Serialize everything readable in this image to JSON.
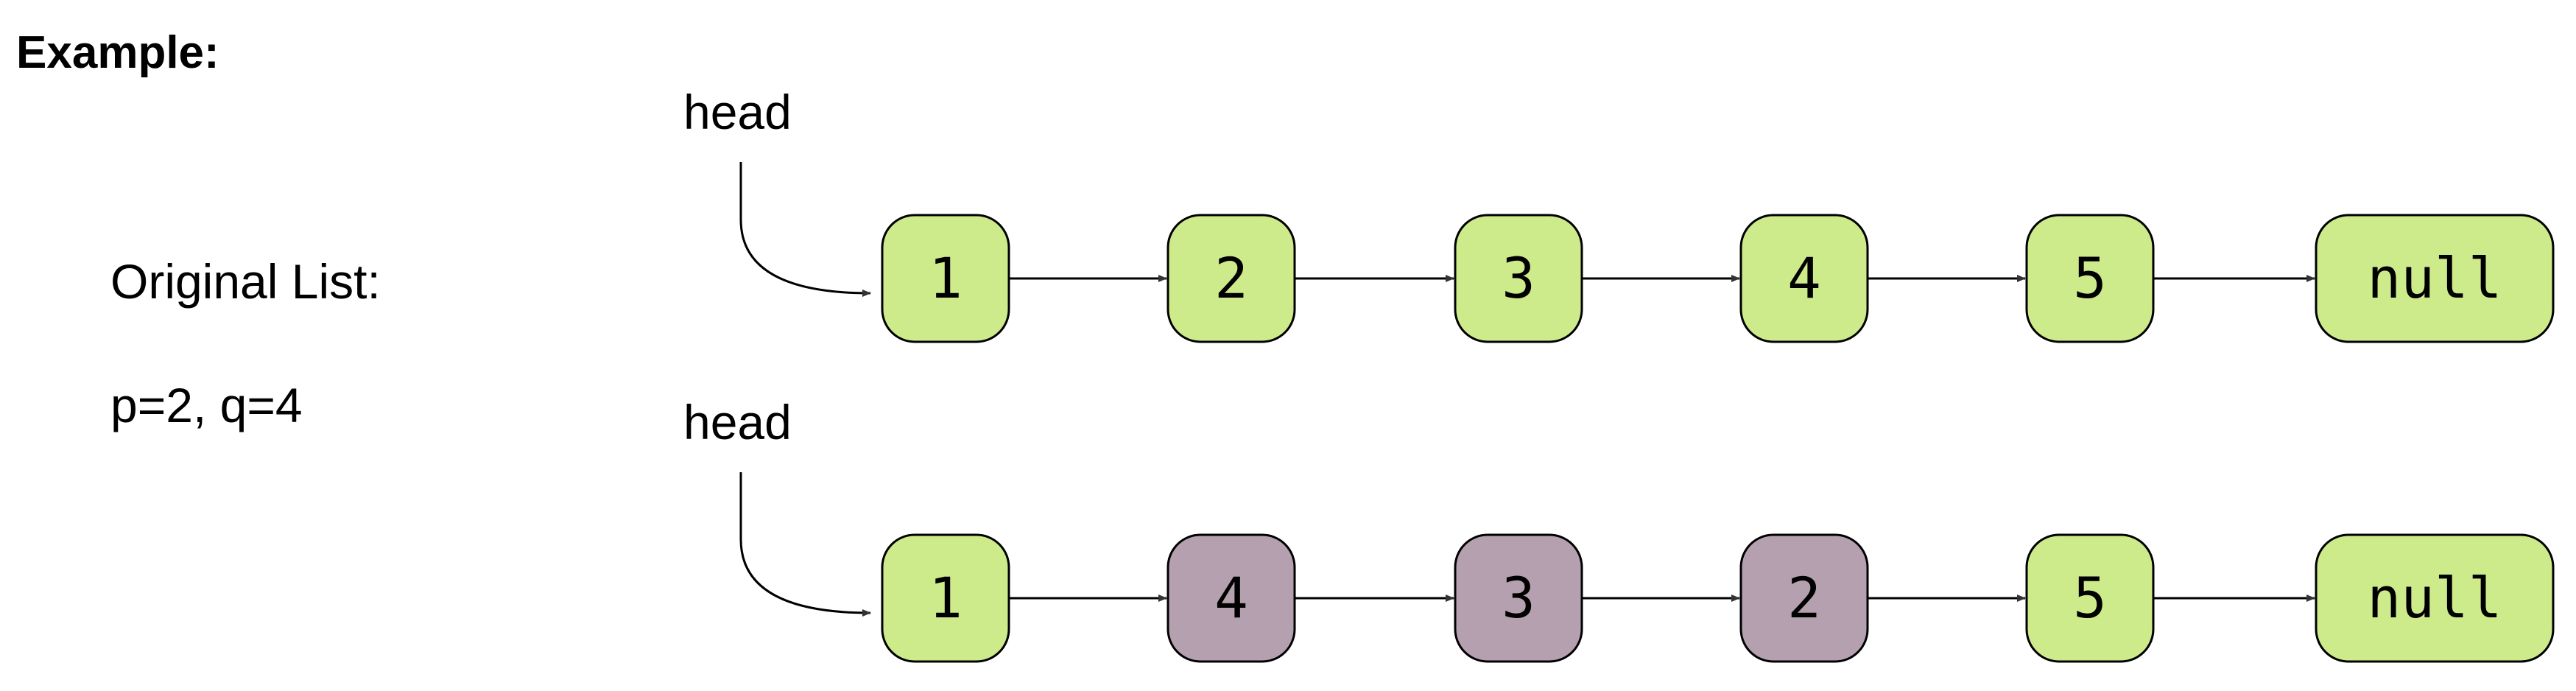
{
  "example_title": "Example:",
  "original_list_label": "Original List:",
  "params_label": "p=2, q=4",
  "colors": {
    "normal_fill": "#cdeb8b",
    "reversed_fill": "#b5a0b0",
    "stroke": "#000000",
    "arrow": "#333333"
  },
  "lists": [
    {
      "head_label": "head",
      "nodes": [
        {
          "value": "1",
          "state": "normal"
        },
        {
          "value": "2",
          "state": "normal"
        },
        {
          "value": "3",
          "state": "normal"
        },
        {
          "value": "4",
          "state": "normal"
        },
        {
          "value": "5",
          "state": "normal"
        },
        {
          "value": "null",
          "state": "normal"
        }
      ]
    },
    {
      "head_label": "head",
      "nodes": [
        {
          "value": "1",
          "state": "normal"
        },
        {
          "value": "4",
          "state": "reversed"
        },
        {
          "value": "3",
          "state": "reversed"
        },
        {
          "value": "2",
          "state": "reversed"
        },
        {
          "value": "5",
          "state": "normal"
        },
        {
          "value": "null",
          "state": "normal"
        }
      ]
    }
  ]
}
